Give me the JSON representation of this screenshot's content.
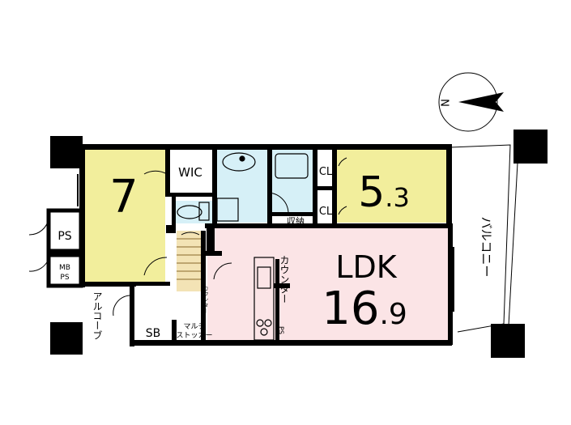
{
  "compass": {
    "north_label": "N"
  },
  "rooms": {
    "western_room_large": {
      "size": "7",
      "fill": "#f2ee9c"
    },
    "western_room_small": {
      "size_int": "5",
      "size_dec": ".3",
      "fill": "#f2ee9c"
    },
    "ldk": {
      "label": "LDK",
      "size_int": "16",
      "size_dec": ".9",
      "fill": "#fbe4e6"
    }
  },
  "labels": {
    "wic": "WIC",
    "cl_top": "CL",
    "cl_bottom": "CL",
    "storage": "収納",
    "counter": "カウンター",
    "counter_small": "カウンター",
    "ps": "PS",
    "mbps_1": "MB",
    "mbps_2": "PS",
    "ps_kitchen": "PS",
    "alcove": "アルコーブ",
    "sb": "SB",
    "multi_stocker_1": "マルチ",
    "multi_stocker_2": "ストッカー",
    "balcony": "バルコニー"
  },
  "colors": {
    "wall": "#000000",
    "wet_area": "#d6f0f7",
    "corridor_stair": "#f3e3b5"
  }
}
